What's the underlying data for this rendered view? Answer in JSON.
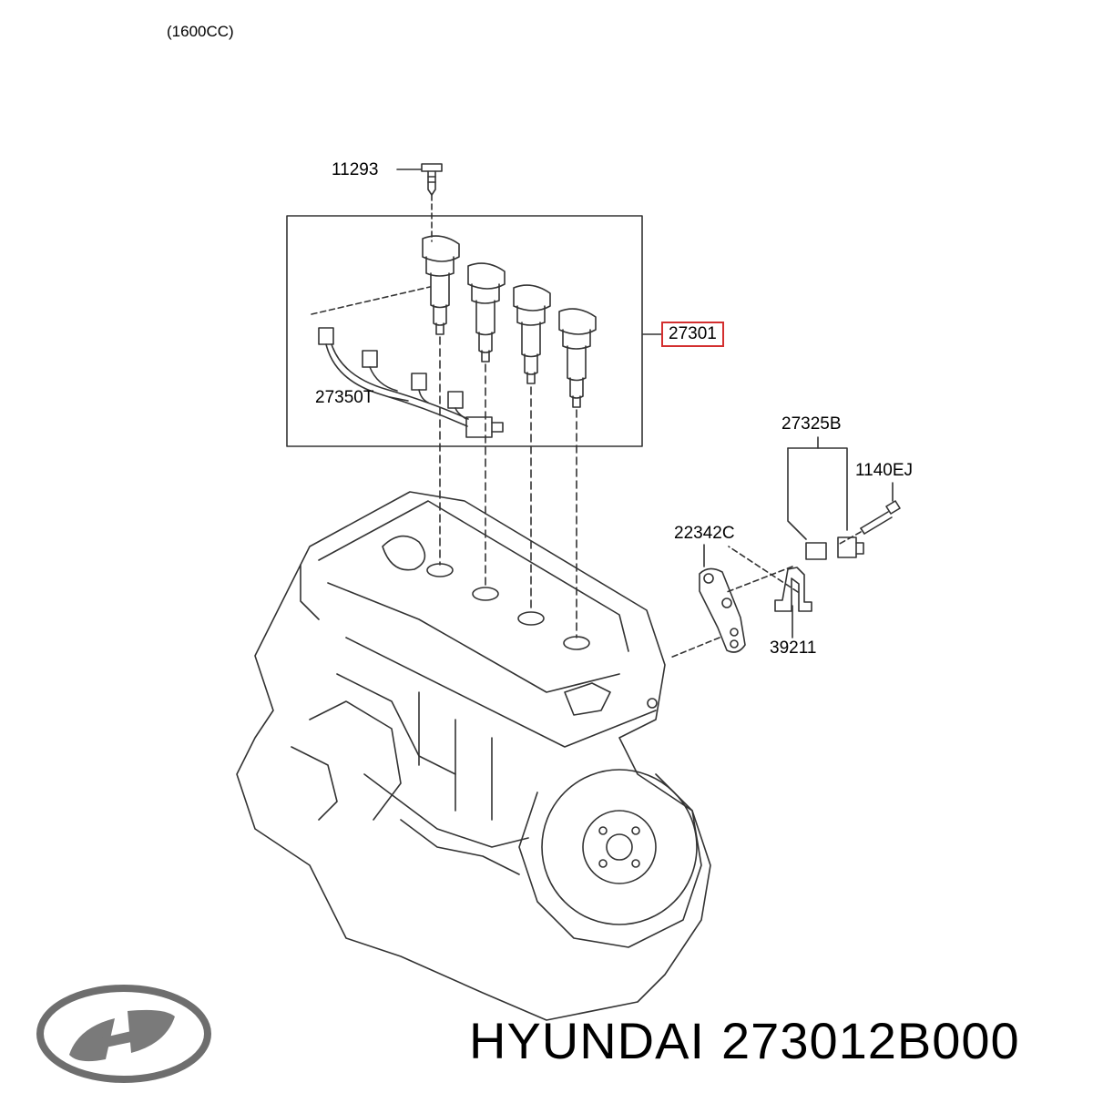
{
  "variant_label": "(1600CC)",
  "parts": {
    "bolt_top": "11293",
    "ignition_coil": "27301",
    "harness": "27350T",
    "sensor": "27325B",
    "bolt_sensor": "1140EJ",
    "bracket": "22342C",
    "bracket_small": "39211"
  },
  "highlighted_part": "27301",
  "colors": {
    "highlight": "#d32f2f",
    "line": "#333333"
  },
  "footer": {
    "brand": "HYUNDAI",
    "part_number": "273012B000"
  },
  "logo": {
    "icon": "hyundai-logo"
  }
}
